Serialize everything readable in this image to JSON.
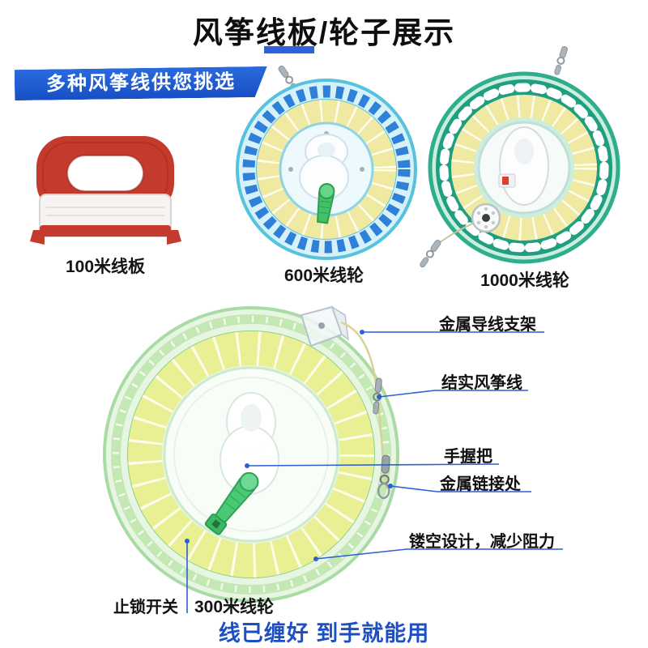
{
  "page": {
    "title": "风筝线板/轮子展示",
    "ribbon": "多种风筝线供您挑选",
    "bottom_slogan": "线已缠好  到手就能用"
  },
  "products": {
    "board100": {
      "label": "100米线板"
    },
    "reel600": {
      "label": "600米线轮"
    },
    "reel1000": {
      "label": "1000米线轮"
    },
    "reel300": {
      "label": "300米线轮"
    }
  },
  "callouts": {
    "bracket": "金属导线支架",
    "line": "结实风筝线",
    "grip": "手握把",
    "link": "金属链接处",
    "hollow": "镂空设计，减少阻力",
    "lock": "止锁开关"
  },
  "colors": {
    "accent_blue": "#2f62d8",
    "ribbon_blue": "#1b5ad2",
    "slogan_blue": "#1d4fc4",
    "reel600_rim": "#57c2de",
    "reel1000_rim": "#2fae8e",
    "reel300_rim": "#a9dba4",
    "wound_line_yellow": "#efe9a2",
    "crank_green": "#43c167",
    "handle_red": "#c43a2c"
  }
}
